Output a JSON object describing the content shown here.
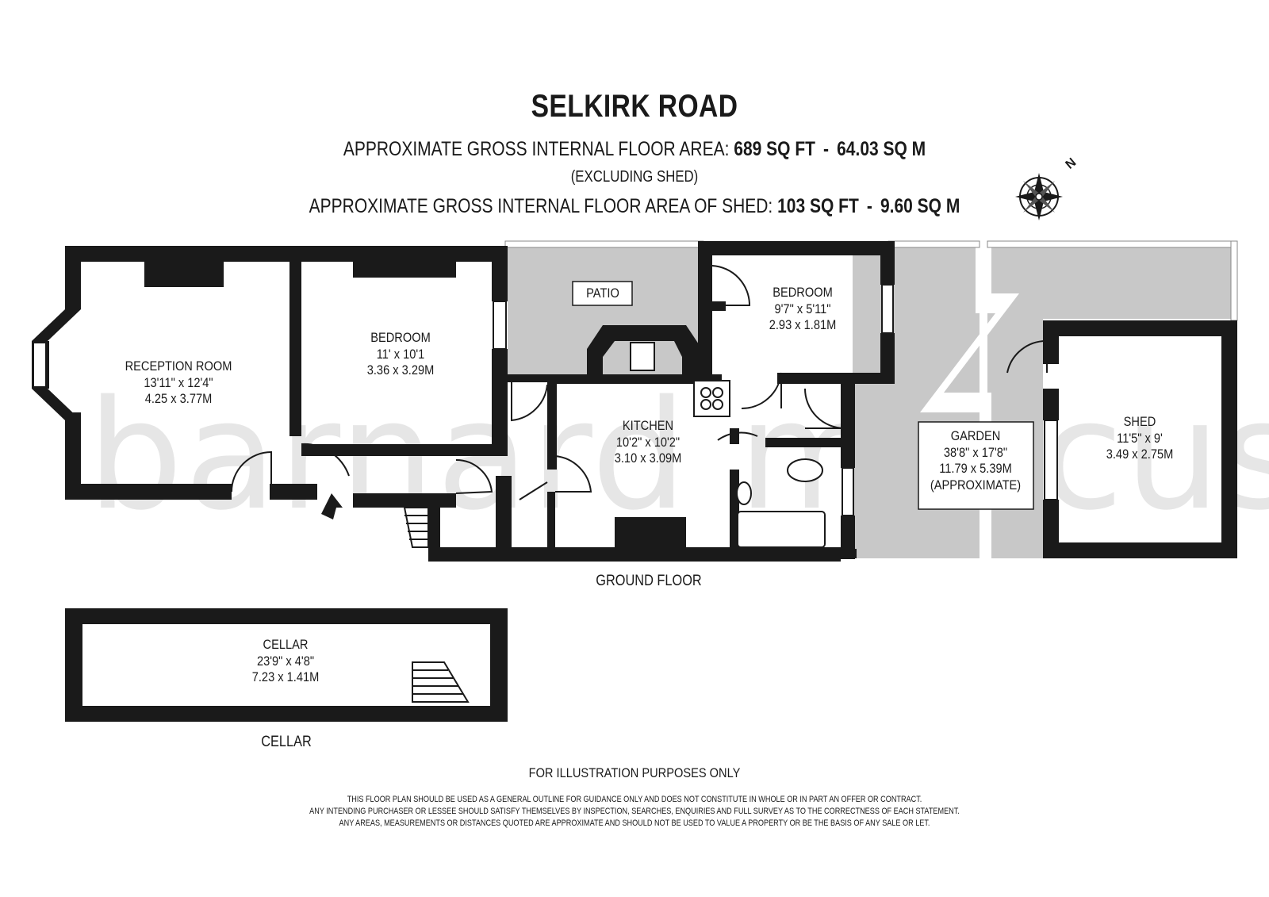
{
  "header": {
    "title": "SELKIRK ROAD",
    "area_label": "APPROXIMATE GROSS INTERNAL FLOOR AREA:",
    "area_sqft": "689 SQ FT",
    "area_sqm": "64.03 SQ M",
    "area_note": "(EXCLUDING SHED)",
    "shed_area_label": "APPROXIMATE GROSS INTERNAL FLOOR AREA OF SHED:",
    "shed_area_sqft": "103 SQ FT",
    "shed_area_sqm": "9.60 SQ M",
    "dash": "-"
  },
  "compass": {
    "icon": "compass-rose-icon",
    "north_label": "N"
  },
  "watermark": "barnard marcus",
  "rooms": {
    "reception": {
      "name": "RECEPTION ROOM",
      "imperial": "13'11\" x 12'4\"",
      "metric": "4.25 x 3.77M"
    },
    "bedroom1": {
      "name": "BEDROOM",
      "imperial": "11' x 10'1",
      "metric": "3.36 x 3.29M"
    },
    "patio": {
      "name": "PATIO"
    },
    "bedroom2": {
      "name": "BEDROOM",
      "imperial": "9'7\" x 5'11\"",
      "metric": "2.93 x 1.81M"
    },
    "kitchen": {
      "name": "KITCHEN",
      "imperial": "10'2\" x 10'2\"",
      "metric": "3.10 x 3.09M"
    },
    "garden": {
      "name": "GARDEN",
      "imperial": "38'8\" x 17'8\"",
      "metric": "11.79 x 5.39M",
      "note": "(APPROXIMATE)"
    },
    "shed": {
      "name": "SHED",
      "imperial": "11'5\" x 9'",
      "metric": "3.49 x 2.75M"
    },
    "cellar": {
      "name": "CELLAR",
      "imperial": "23'9\" x 4'8\"",
      "metric": "7.23 x 1.41M"
    }
  },
  "floors": {
    "ground": "GROUND FLOOR",
    "cellar": "CELLAR"
  },
  "footer": {
    "illustration": "FOR ILLUSTRATION PURPOSES ONLY",
    "disclaimer1": "THIS FLOOR PLAN SHOULD BE USED AS A GENERAL OUTLINE FOR GUIDANCE ONLY AND DOES NOT CONSTITUTE IN WHOLE OR IN PART AN OFFER OR CONTRACT.",
    "disclaimer2": "ANY INTENDING PURCHASER OR LESSEE SHOULD SATISFY THEMSELVES BY INSPECTION, SEARCHES, ENQUIRIES AND FULL SURVEY AS TO THE CORRECTNESS OF EACH STATEMENT.",
    "disclaimer3": "ANY AREAS, MEASUREMENTS OR DISTANCES QUOTED ARE APPROXIMATE AND SHOULD NOT BE USED TO VALUE A PROPERTY OR BE THE BASIS OF ANY SALE OR LET."
  },
  "colors": {
    "wall": "#1a1a1a",
    "outdoor": "#c8c8c8",
    "watermark": "#e6e6e6",
    "background": "#ffffff"
  }
}
